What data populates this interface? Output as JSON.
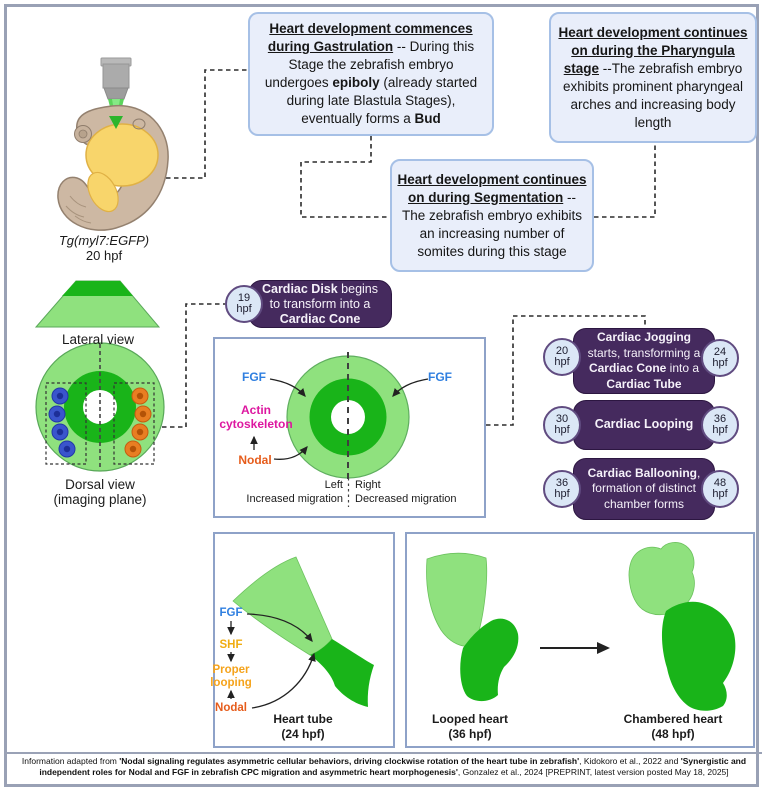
{
  "microscope": {
    "label_transgene": "Tg(myl7:EGFP)",
    "label_stage": "20 hpf"
  },
  "stage_boxes": {
    "gastrulation": {
      "title": "Heart development commences during Gastrulation",
      "mid1": " -- During this Stage the zebrafish embryo undergoes ",
      "bold1": "epiboly",
      "mid2": " (already started during late Blastula Stages), eventually forms a ",
      "bold2": "Bud"
    },
    "segmentation": {
      "title": "Heart development continues on during Segmentation",
      "body": " --The zebrafish embryo exhibits an increasing number of somites during this stage"
    },
    "pharyngula": {
      "title": "Heart development continues on during the Pharyngula stage",
      "body": " --The zebrafish embryo exhibits prominent pharyngeal arches and increasing body length"
    }
  },
  "views": {
    "lateral": "Lateral view",
    "dorsal": "Dorsal view",
    "dorsal_sub": "(imaging plane)"
  },
  "timeline": {
    "disk": {
      "hpf": "19",
      "unit": "hpf",
      "b1": "Cardiac Disk",
      "t1": " begins to transform into a ",
      "b2": "Cardiac Cone"
    },
    "jogging": {
      "start": "20",
      "end": "24",
      "unit": "hpf",
      "b1": "Cardiac Jogging",
      "t1": " starts, transforming a ",
      "b2": "Cardiac Cone",
      "t2": " into a ",
      "b3": "Cardiac Tube"
    },
    "looping": {
      "start": "30",
      "end": "36",
      "unit": "hpf",
      "b1": "Cardiac Looping"
    },
    "ballooning": {
      "start": "36",
      "end": "48",
      "unit": "hpf",
      "b1": "Cardiac Ballooning",
      "t1": ", formation of distinct chamber forms"
    }
  },
  "cone_diagram": {
    "fgf_left": "FGF",
    "fgf_right": "FGF",
    "actin1": "Actin",
    "actin2": "cytoskeleton",
    "nodal": "Nodal",
    "left": "Left",
    "right": "Right",
    "left_sub": "Increased migration",
    "right_sub": "Decreased migration"
  },
  "heart_tube_panel": {
    "fgf": "FGF",
    "shf": "SHF",
    "proper1": "Proper",
    "proper2": "looping",
    "nodal": "Nodal",
    "label": "Heart tube",
    "stage": "(24 hpf)"
  },
  "morphology_panel": {
    "looped_label": "Looped heart",
    "looped_stage": "(36 hpf)",
    "chambered_label": "Chambered heart",
    "chambered_stage": "(48 hpf)"
  },
  "citation": {
    "c0": "Information adapted from ",
    "c1": "'Nodal signaling regulates asymmetric cellular behaviors, driving clockwise rotation of the heart tube in zebrafish'",
    "c2": ", Kidokoro et al., 2022 and ",
    "c3": "'Synergistic and independent roles for Nodal and FGF in zebrafish CPC migration and asymmetric heart morphogenesis'",
    "c4": ", Gonzalez et al., 2024 [PREPRINT, latest version posted May 18, 2025]"
  },
  "colors": {
    "purple_badge": "#452a5e",
    "box_blue_fill": "#e9eefa",
    "box_blue_border": "#a6c0e6",
    "panel_border": "#8ea2c8",
    "light_green": "#8fe17e",
    "dark_green": "#19b419",
    "fgf_blue": "#2f7fe0",
    "actin_magenta": "#dd17a0",
    "nodal_orange": "#e65c1b",
    "shf_gold": "#f0ad12",
    "frame_gray": "#99a1b5"
  }
}
